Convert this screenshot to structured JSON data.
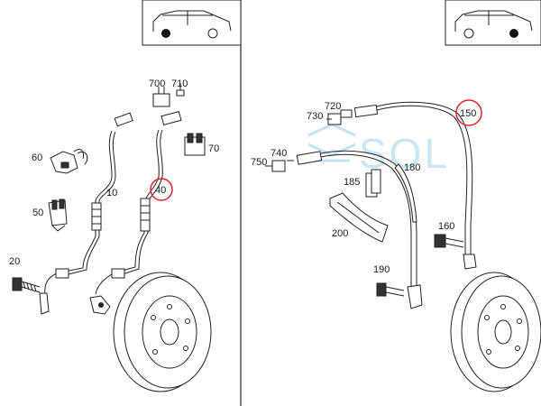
{
  "labels": {
    "l700": "700",
    "l710": "710",
    "l60": "60",
    "l70": "70",
    "l10": "10",
    "l40": "40",
    "l50": "50",
    "l20": "20",
    "l720": "720",
    "l730": "730",
    "l150": "150",
    "l740": "740",
    "l750": "750",
    "l180": "180",
    "l185": "185",
    "l200": "200",
    "l160": "160",
    "l190": "190"
  },
  "highlighted": [
    "40",
    "150"
  ],
  "watermark": "SOL",
  "colors": {
    "highlight_circle": "#e0212b",
    "watermark": "#bfe3f2",
    "line": "#222222"
  },
  "icons": {
    "left_inset": "suv-side-view-front-wheel-marked-icon",
    "right_inset": "suv-side-view-rear-wheel-marked-icon"
  }
}
